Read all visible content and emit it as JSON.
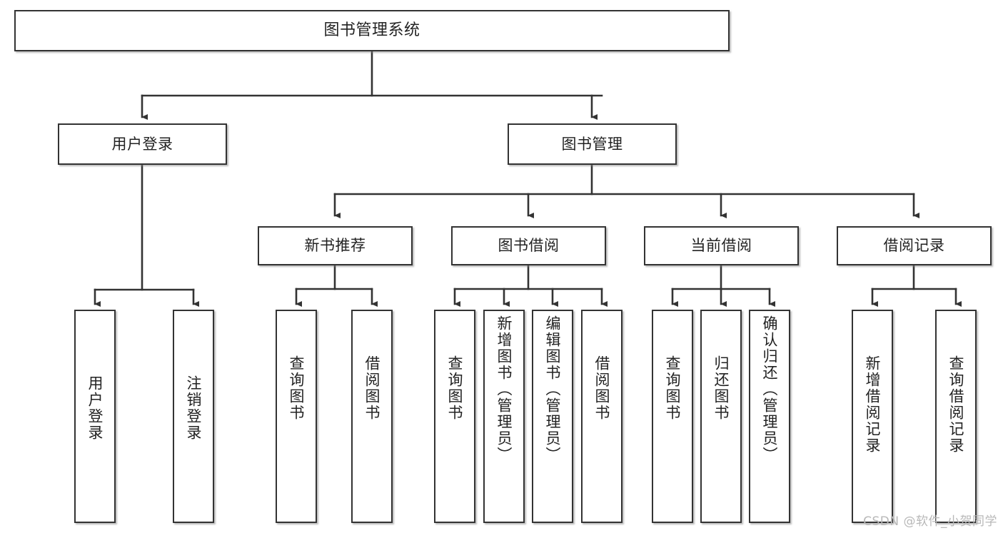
{
  "diagram": {
    "type": "tree-hierarchy",
    "title": "图书管理系统",
    "watermark": "CSDN @软件_小贺同学",
    "colors": {
      "box_border": "#333333",
      "box_fill": "#ffffff",
      "connector": "#333333",
      "text": "#222222",
      "watermark": "#b8b8b8"
    },
    "nodes": {
      "root": "图书管理系统",
      "level1": [
        "用户登录",
        "图书管理"
      ],
      "level2": [
        "新书推荐",
        "图书借阅",
        "当前借阅",
        "借阅记录"
      ],
      "leaves_user_login": [
        "用户登录",
        "注销登录"
      ],
      "leaves_new_book": [
        "查询图书",
        "借阅图书"
      ],
      "leaves_borrow": [
        "查询图书",
        "新增图书（管理员）",
        "编辑图书（管理员）",
        "借阅图书"
      ],
      "leaves_current": [
        "查询图书",
        "归还图书",
        "确认归还（管理员）"
      ],
      "leaves_records": [
        "新增借阅记录",
        "查询借阅记录"
      ]
    }
  }
}
